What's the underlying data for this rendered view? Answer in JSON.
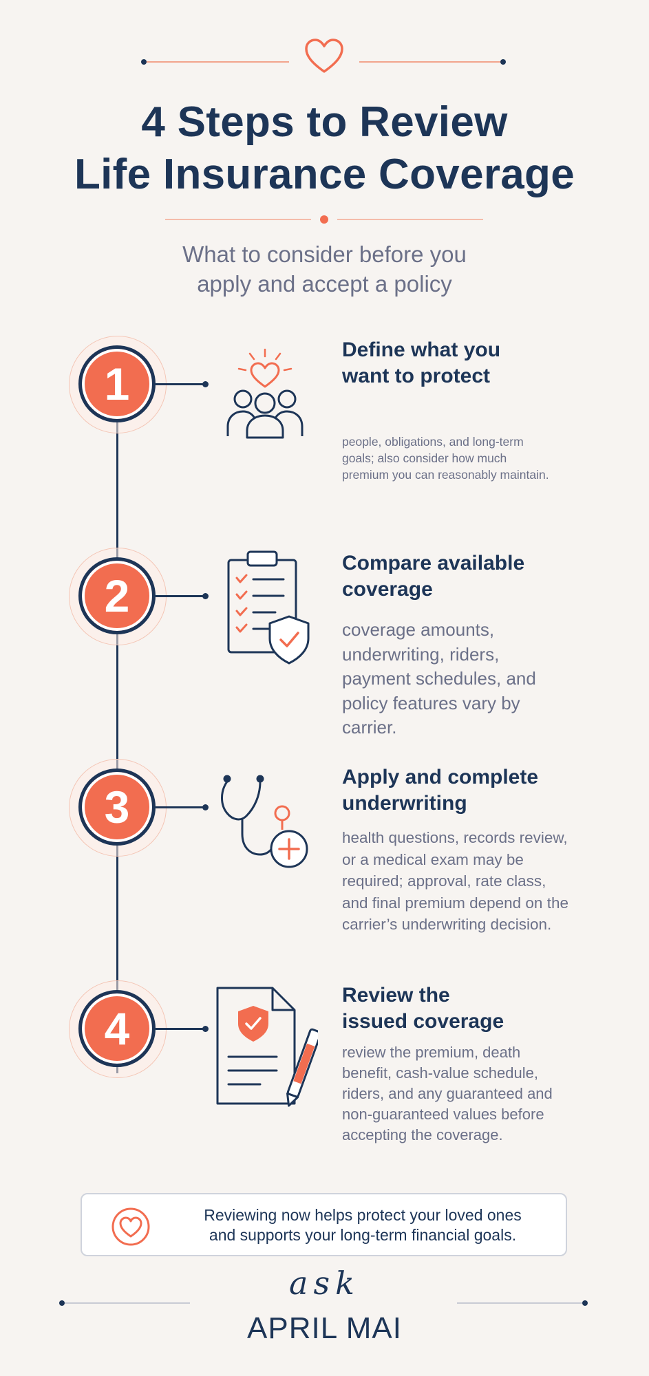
{
  "header": {
    "title_line1": "4 Steps to Review",
    "title_line2": "Life Insurance Coverage",
    "subtitle_line1": "What to consider before you",
    "subtitle_line2": "apply and accept a policy"
  },
  "steps": [
    {
      "number": "1",
      "title_line1": "Define what you",
      "title_line2": "want to protect",
      "body": "people, obligations, and long-term goals; also consider how much premium you can reasonably maintain.",
      "icon": "family-heart-icon"
    },
    {
      "number": "2",
      "title_line1": "Compare available",
      "title_line2": "coverage",
      "body": "coverage amounts, underwriting, riders, payment schedules, and policy features vary by carrier.",
      "icon": "checklist-shield-icon"
    },
    {
      "number": "3",
      "title_line1": "Apply and complete",
      "title_line2": "underwriting",
      "body": "health questions, records review, or a medical exam may be required; approval, rate class, and final premium depend on the carrier’s underwriting decision.",
      "icon": "stethoscope-icon"
    },
    {
      "number": "4",
      "title_line1": "Review the",
      "title_line2": "issued coverage",
      "body": "review the premium, death benefit, cash-value schedule, riders, and any guaranteed and non-guaranteed values before accepting the coverage.",
      "icon": "policy-document-icon"
    }
  ],
  "callout": {
    "line1": "Reviewing now helps protect your loved ones",
    "line2": "and supports your long-term financial goals.",
    "icon": "heart-icon"
  },
  "brand": {
    "script": "ask",
    "name": "APRIL MAI"
  },
  "colors": {
    "navy": "#1d3557",
    "coral": "#f26d50",
    "muted_text": "#6b7088",
    "background": "#f7f4f1"
  }
}
